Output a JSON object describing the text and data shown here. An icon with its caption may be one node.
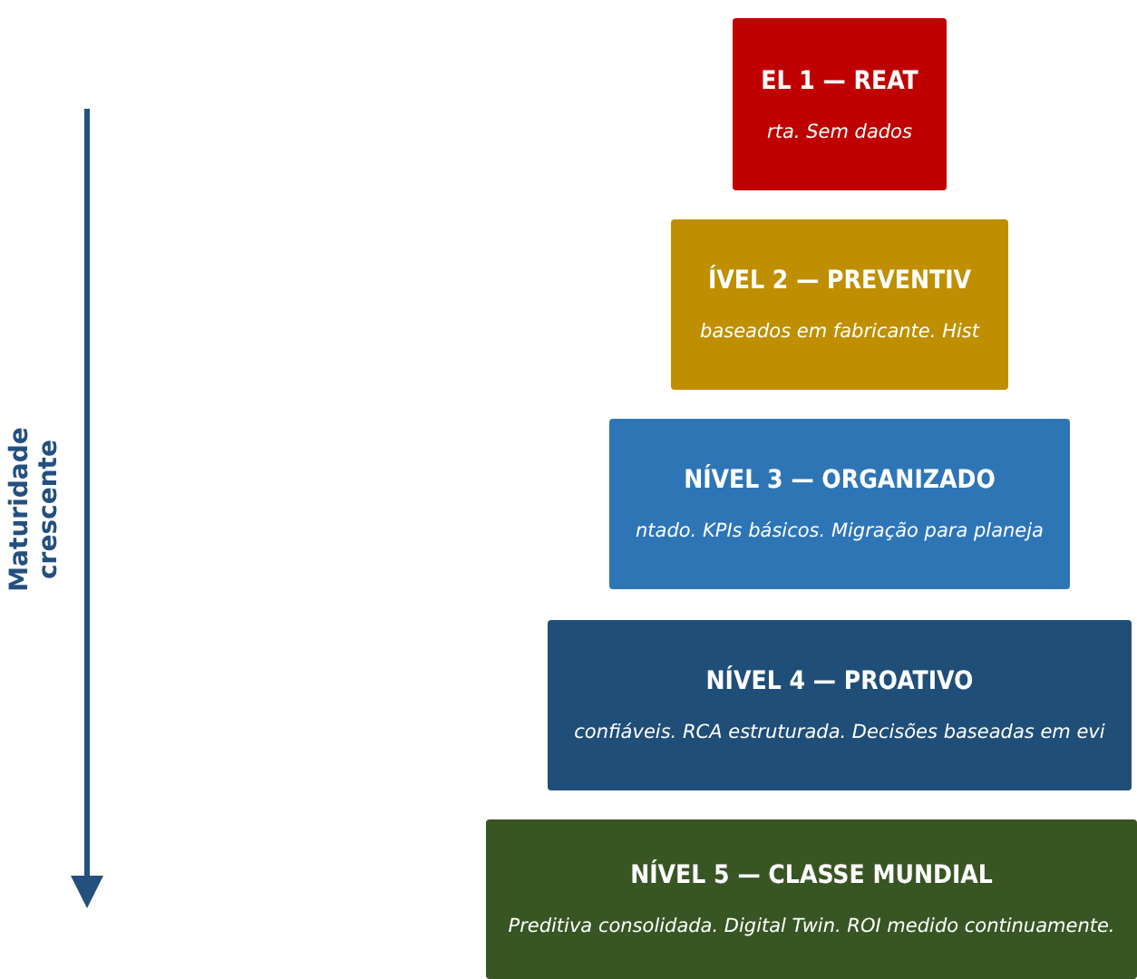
{
  "diagram": {
    "nodes": [
      {
        "text": [
          "EL 1 — REAT",
          "rta. Sem dados"
        ]
      },
      {
        "text": [
          "ÍVEL 2 — PREVENTIV",
          "baseados em fabricante. Hist"
        ]
      },
      {
        "text": [
          "NÍVEL 3 — ORGANIZADO",
          "ntado. KPIs básicos. Migração para planeja"
        ]
      },
      {
        "text": [
          "NÍVEL 4 — PROATIVO",
          "confiáveis. RCA estruturada. Decisões baseadas em evi"
        ]
      },
      {
        "text": [
          "NÍVEL 5 — CLASSE MUNDIAL",
          "Preditiva consolidada. Digital Twin. ROI medido continuamente."
        ]
      }
    ],
    "labels": [
      "Maturidade crescente"
    ]
  }
}
